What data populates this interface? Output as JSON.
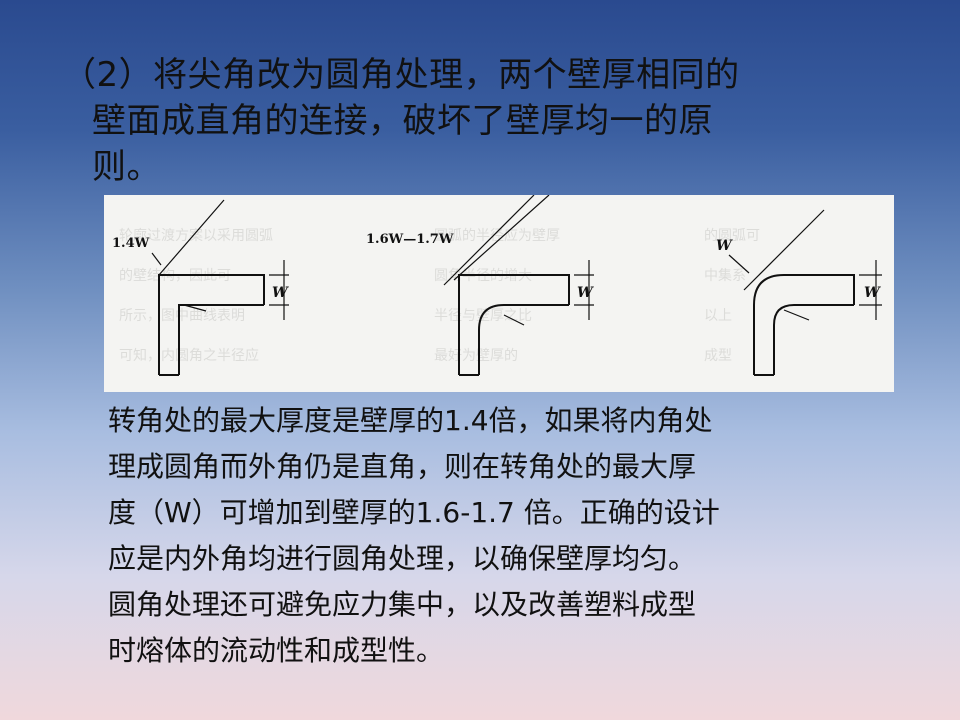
{
  "heading": {
    "line1": "（2）将尖角改为圆角处理，两个壁厚相同的",
    "line2": "壁面成直角的连接，破坏了壁厚均一的原",
    "line3": "则。"
  },
  "figure": {
    "label_a": "1.4W",
    "label_b": "1.6W—1.7W",
    "label_c": "W",
    "thickness_label": "W"
  },
  "body": {
    "line1": "转角处的最大厚度是壁厚的1.4倍，如果将内角处",
    "line2": "理成圆角而外角仍是直角，则在转角处的最大厚",
    "line3": "度（W）可增加到壁厚的1.6-1.7 倍。正确的设计",
    "line4": "应是内外角均进行圆角处理，以确保壁厚均匀。",
    "line5": "圆角处理还可避免应力集中，以及改善塑料成型",
    "line6": "时熔体的流动性和成型性。"
  }
}
